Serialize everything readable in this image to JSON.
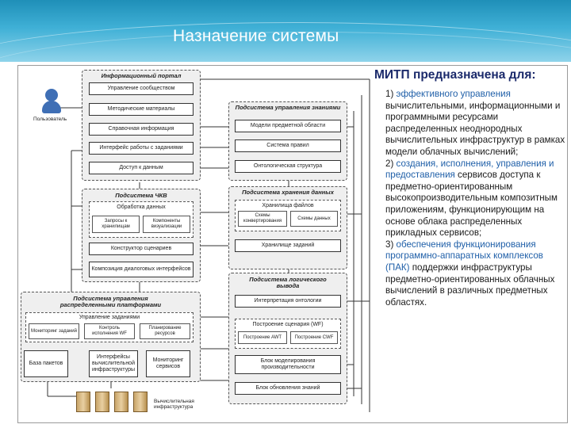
{
  "slide": {
    "title": "Назначение системы"
  },
  "diagram": {
    "user_label": "Пользователь",
    "infra_label": "Вычислительная инфраструктура",
    "portal": {
      "title": "Информационный портал",
      "items": [
        "Управление сообществом",
        "Методические материалы",
        "Справочная информация",
        "Интерфейс работы с заданиями",
        "Доступ к данным"
      ]
    },
    "knowledge": {
      "title": "Подсистема управления знаниями",
      "items": [
        "Модели предметной области",
        "Система правил",
        "Онтологическая структура"
      ]
    },
    "chkv": {
      "title": "Подсистема ЧКВ",
      "processing": "Обработка данных",
      "storage_query": "Запросы к хранилищам",
      "visualization": "Компоненты визуализации",
      "scenario_builder": "Конструктор сценариев",
      "composition": "Композиция диалоговых интерфейсов"
    },
    "storage": {
      "title": "Подсистема хранения данных",
      "file_store": "Хранилища файлов",
      "convert": "Схемы конвертирования",
      "data": "Схемы данных",
      "task_store": "Хранилище заданий"
    },
    "distrib": {
      "title": "Подсистема управления распределенными платформами",
      "task_mgmt": "Управление заданиями",
      "task_monitoring": "Мониторинг заданий",
      "wf_control": "Контроль исполнения WF",
      "resource_planning": "Планирование ресурсов",
      "package_base": "База пакетов",
      "interfaces": "Интерфейсы вычислительной инфраструктуры",
      "service_monitor": "Мониторинг сервисов"
    },
    "logic": {
      "title": "Подсистема логического вывода",
      "ontology_integration": "Интерпретация онтологии",
      "wf_build": "Построение сценария (WF)",
      "awt": "Построение AWT",
      "cwf": "Построение CWF",
      "performance": "Блок моделирования производительности",
      "knowledge_update": "Блок обновления знаний"
    }
  },
  "description": {
    "heading": "МИТП предназначена для:",
    "p1_num": "1) ",
    "p1_accent": "эффективного управления",
    "p1_rest": " вычислительными, информационными и программными ресурсами распределенных неоднородных вычислительных инфраструктур в рамках модели облачных вычислений;",
    "p2_num": "2) ",
    "p2_accent": "создания, исполнения, управления и предоставления",
    "p2_rest": " сервисов доступа к предметно-ориентированным высокопроизводительным композитным приложениям, функционирующим на основе облака распределенных прикладных сервисов;",
    "p3_num": "3) ",
    "p3_accent": "обеспечения функционирования программно-аппаратных комплексов (ПАК)",
    "p3_rest": " поддержки инфраструктуры предметно-ориентированных облачных вычислений в различных предметных областях."
  },
  "colors": {
    "header": "#2aa0c8",
    "heading": "#1b2a6b",
    "accent": "#1f5fa8"
  }
}
